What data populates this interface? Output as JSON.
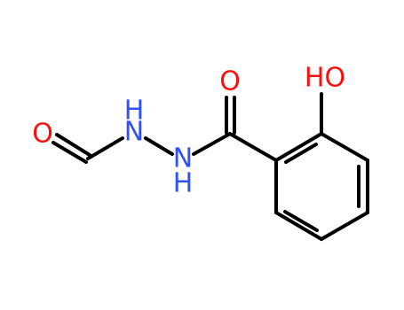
{
  "molecule": {
    "atoms": {
      "carbonyl_oxygen_left": {
        "label": "O",
        "color": "#ff0d0d"
      },
      "nh_upper_h": {
        "label": "H",
        "color": "#3050f8"
      },
      "nh_upper_n": {
        "label": "N",
        "color": "#3050f8"
      },
      "nh_lower_n": {
        "label": "N",
        "color": "#3050f8"
      },
      "nh_lower_h": {
        "label": "H",
        "color": "#3050f8"
      },
      "carbonyl_oxygen_right": {
        "label": "O",
        "color": "#ff0d0d"
      },
      "hydroxyl_label": {
        "label": "HO",
        "color": "#ff0d0d"
      }
    },
    "bond_color": "#000000"
  }
}
